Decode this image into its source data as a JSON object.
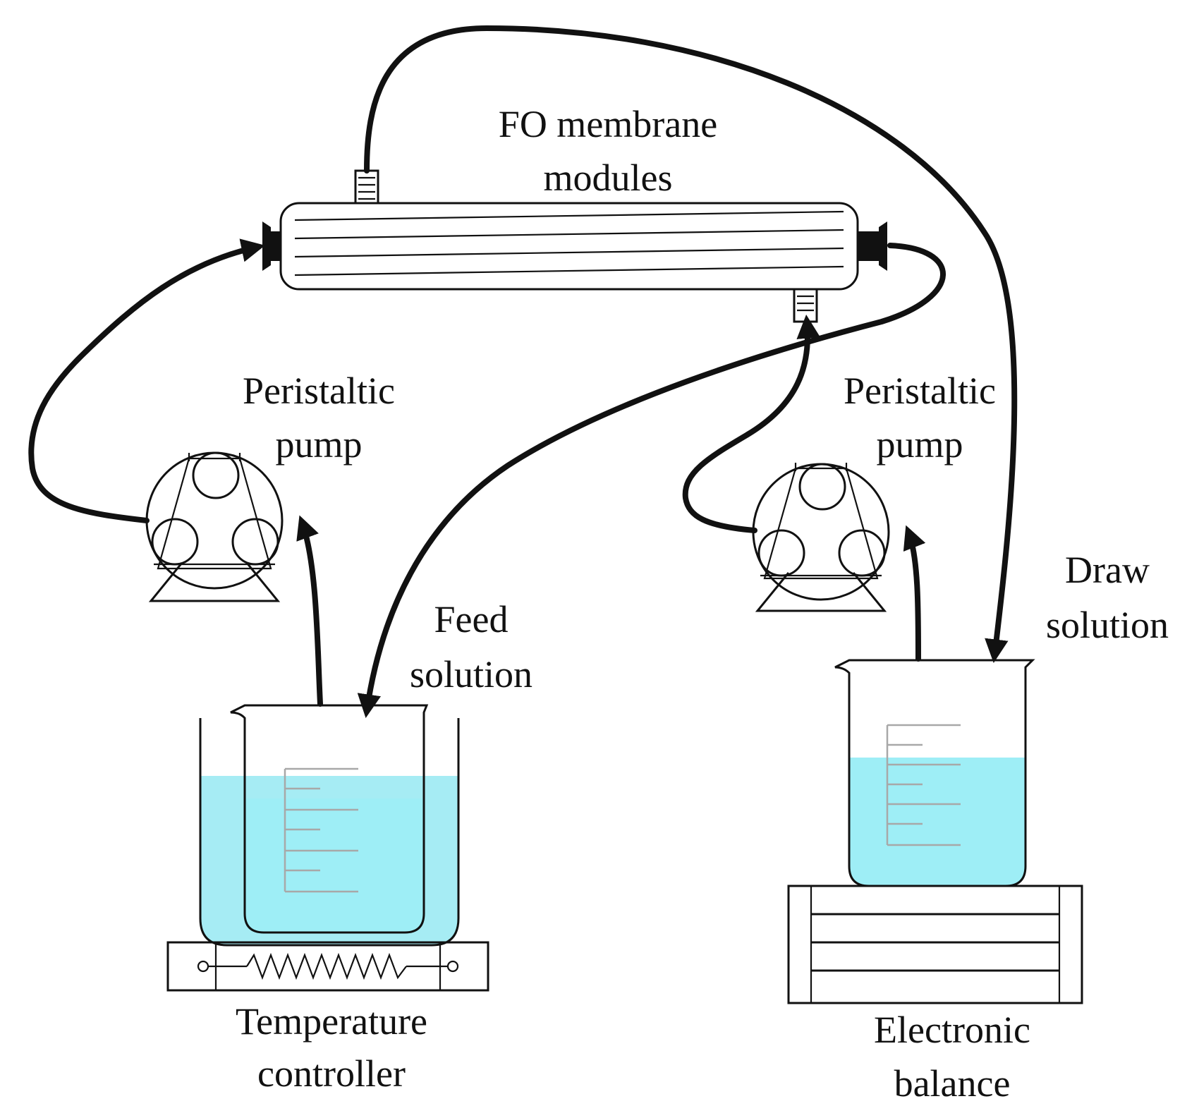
{
  "labels": {
    "fo_membrane_line1": "FO membrane",
    "fo_membrane_line2": "modules",
    "pump_left_line1": "Peristaltic",
    "pump_left_line2": "pump",
    "pump_right_line1": "Peristaltic",
    "pump_right_line2": "pump",
    "feed_line1": "Feed",
    "feed_line2": "solution",
    "draw_line1": "Draw",
    "draw_line2": "solution",
    "temp_line1": "Temperature",
    "temp_line2": "controller",
    "balance_line1": "Electronic",
    "balance_line2": "balance"
  },
  "colors": {
    "line": "#111111",
    "liquid": "#9eeef6",
    "liquid_outer": "#a6ecf4",
    "graduation": "#a8a8a8",
    "background": "#ffffff"
  },
  "icons": {
    "membrane_module": "membrane-module-icon",
    "peristaltic_pump": "peristaltic-pump-icon",
    "beaker": "beaker-icon",
    "water_bath": "water-bath-icon",
    "heater": "heater-icon",
    "balance": "electronic-balance-icon"
  }
}
